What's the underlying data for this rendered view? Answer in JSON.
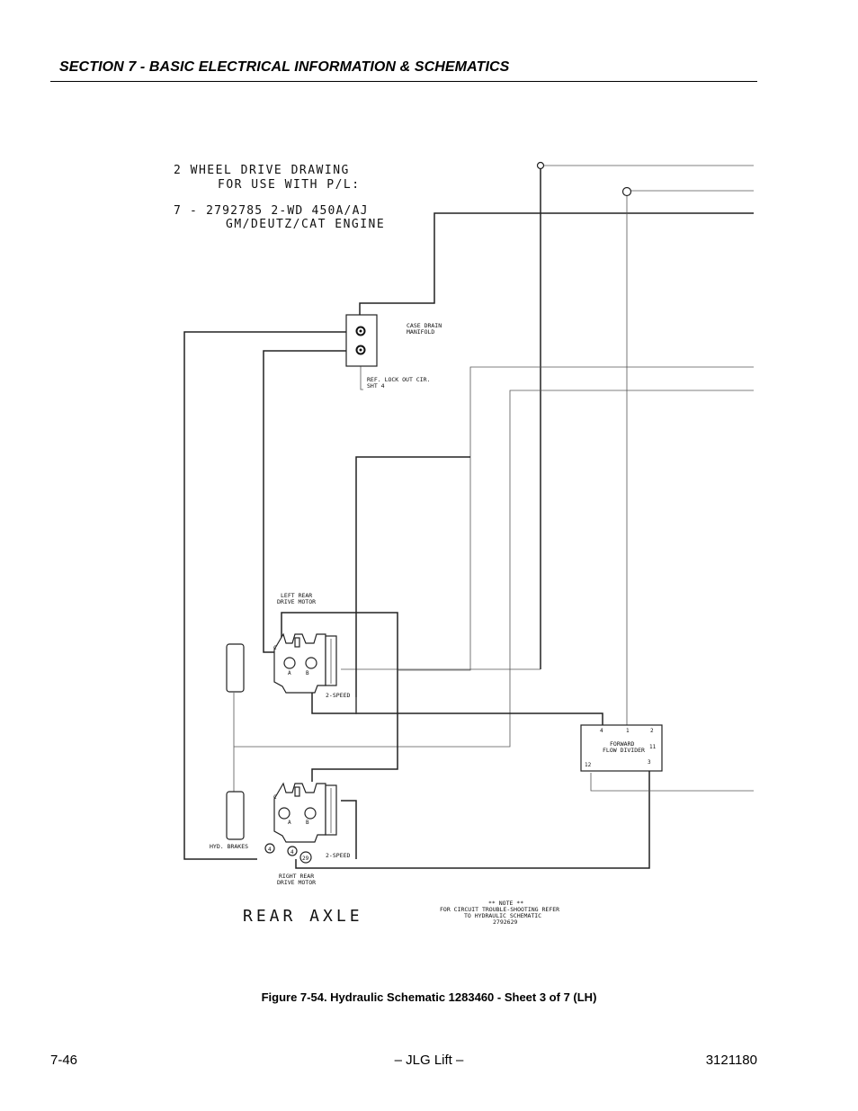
{
  "header": {
    "section_title": "SECTION 7 - BASIC ELECTRICAL INFORMATION & SCHEMATICS"
  },
  "schematic": {
    "drawing_title": "2 WHEEL DRIVE DRAWING",
    "drawing_subtitle": "FOR USE WITH P/L:",
    "part_line": "7 -   2792785 2-WD 450A/AJ",
    "engine_line": "GM/DEUTZ/CAT ENGINE",
    "case_drain_label_1": "CASE DRAIN",
    "case_drain_label_2": "MANIFOLD",
    "ref_lockout_1": "REF. LOCK OUT CIR.",
    "ref_lockout_2": "SHT 4",
    "left_motor_label_1": "LEFT REAR",
    "left_motor_label_2": "DRIVE MOTOR",
    "right_motor_label_1": "RIGHT REAR",
    "right_motor_label_2": "DRIVE MOTOR",
    "hyd_brakes": "HYD. BRAKES",
    "two_speed_upper": "2-SPEED",
    "two_speed_lower": "2-SPEED",
    "port_a": "A",
    "port_b": "B",
    "port_c": "C",
    "callout_4a": "4",
    "callout_4b": "4",
    "callout_29": "29",
    "flow_divider_1": "FORWARD",
    "flow_divider_2": "FLOW DIVIDER",
    "fd_port_4": "4",
    "fd_port_1": "1",
    "fd_port_2": "2",
    "fd_port_11": "11",
    "fd_port_12": "12",
    "fd_port_3": "3",
    "rear_axle": "REAR AXLE",
    "note_1": "** NOTE **",
    "note_2": "FOR CIRCUIT TROUBLE-SHOOTING REFER",
    "note_3": "TO HYDRAULIC SCHEMATIC",
    "note_4": "2792629"
  },
  "figure": {
    "caption": "Figure 7-54.  Hydraulic Schematic 1283460 - Sheet 3 of 7 (LH)"
  },
  "footer": {
    "page_number": "7-46",
    "publisher": "– JLG Lift –",
    "doc_number": "3121180"
  }
}
